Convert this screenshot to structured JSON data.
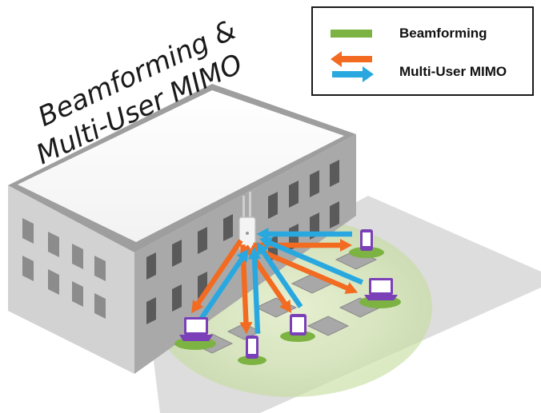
{
  "title": {
    "line1": "Beamforming &",
    "line2": "Multi-User MIMO"
  },
  "legend": {
    "items": [
      {
        "label": "Beamforming",
        "color": "#7cb342",
        "symbol": "green-bar"
      },
      {
        "label": "Multi-User MIMO",
        "colors": [
          "#f26b21",
          "#29a8e0"
        ],
        "symbol": "bidirectional-arrows"
      }
    ]
  },
  "colors": {
    "beam_green": "#7cb342",
    "arrow_orange": "#f26b21",
    "arrow_blue": "#29a8e0",
    "device_purple": "#7b3fb8",
    "building_gray": "#b8b8b8"
  },
  "devices": [
    {
      "type": "smartphone",
      "icon": "smartphone-icon"
    },
    {
      "type": "laptop",
      "icon": "laptop-icon"
    },
    {
      "type": "tablet",
      "icon": "tablet-icon"
    },
    {
      "type": "smartphone",
      "icon": "smartphone-icon"
    },
    {
      "type": "laptop",
      "icon": "laptop-icon"
    }
  ]
}
